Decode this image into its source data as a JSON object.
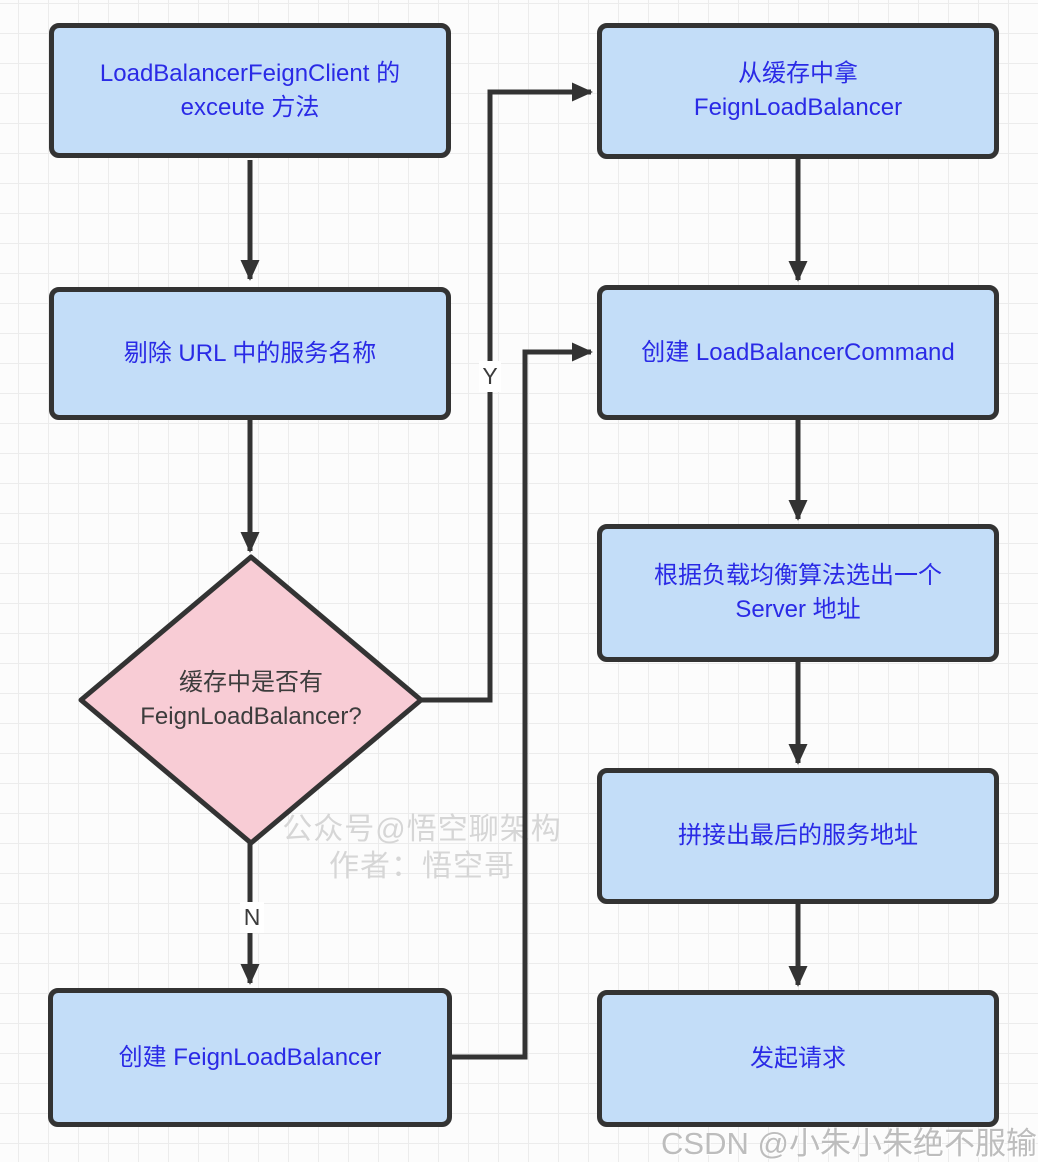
{
  "nodes": {
    "execute": {
      "label": "LoadBalancerFeignClient 的\nexceute 方法"
    },
    "strip_url": {
      "label": "剔除 URL 中的服务名称"
    },
    "cache_check": {
      "label": "缓存中是否有\nFeignLoadBalancer?"
    },
    "create_feign_lb": {
      "label": "创建 FeignLoadBalancer"
    },
    "get_from_cache": {
      "label": "从缓存中拿\nFeignLoadBalancer"
    },
    "create_lb_command": {
      "label": "创建 LoadBalancerCommand"
    },
    "select_server": {
      "label": "根据负载均衡算法选出一个\nServer 地址"
    },
    "concat_address": {
      "label": "拼接出最后的服务地址"
    },
    "send_request": {
      "label": "发起请求"
    }
  },
  "branch_labels": {
    "yes": "Y",
    "no": "N"
  },
  "watermarks": {
    "center_line1": "公众号@悟空聊架构",
    "center_line2": "作者：悟空哥",
    "csdn": "CSDN @小朱小朱绝不服输"
  },
  "colors": {
    "line": "#333333",
    "node_fill": "#c3ddf8",
    "node_text": "#2a2ae6",
    "decision_fill": "#f8ccd5",
    "decision_text": "#3c3c3c",
    "watermark": "#d6d6d6",
    "watermark_csdn": "#bdbdbd"
  }
}
